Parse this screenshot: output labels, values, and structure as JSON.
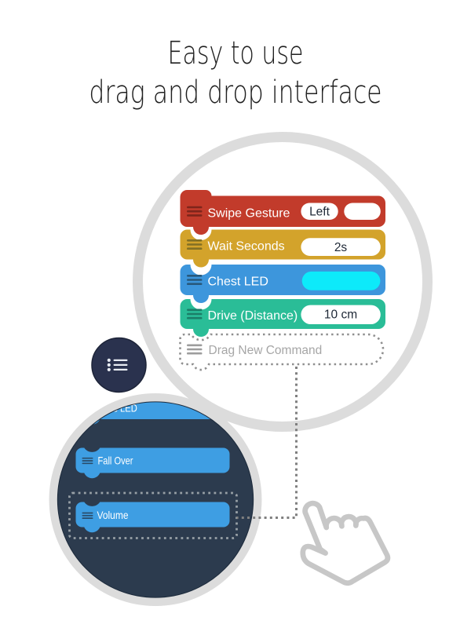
{
  "title": {
    "line1": "Easy to use",
    "line2": "drag and drop interface"
  },
  "program_panel": {
    "blocks": [
      {
        "label": "Swipe Gesture",
        "color": "#c23b2b",
        "icon_color": "#7e251b",
        "params": [
          {
            "value": "Left"
          },
          {
            "value": ""
          }
        ]
      },
      {
        "label": "Wait Seconds",
        "color": "#d3a32b",
        "icon_color": "#837024",
        "params": [
          {
            "value": "2s"
          }
        ]
      },
      {
        "label": "Chest LED",
        "color": "#3d96dc",
        "icon_color": "#28597c",
        "params": [
          {
            "value": "",
            "color": "#0deafa"
          }
        ]
      },
      {
        "label": "Drive (Distance)",
        "color": "#2abd97",
        "icon_color": "#1b7e68",
        "params": [
          {
            "value": "10 cm"
          }
        ]
      }
    ],
    "drop_target": {
      "label": "Drag New Command",
      "outline_color": "#8f8f8f",
      "text_color": "#a6a6a6",
      "icon_color": "#9d9d9d"
    }
  },
  "palette_panel": {
    "blocks": [
      {
        "label": "Eyes LED"
      },
      {
        "label": "Fall Over"
      },
      {
        "label": "Volume",
        "selected": true
      }
    ],
    "block_color": "#3e9ee3",
    "icon_color": "#2a4d6b",
    "background_color": "#2c3b4e",
    "selection_outline_color": "#98a0a6"
  },
  "menu_button": {
    "color": "#2a324e",
    "icon": "bullet-list-icon",
    "icon_color": "#e9edf3"
  },
  "decor": {
    "ring_color": "#dcdcdc",
    "connector_color": "#7f7f7f",
    "hand_outline_color": "#c7c7c7",
    "pill_fill": "#ffffff"
  }
}
